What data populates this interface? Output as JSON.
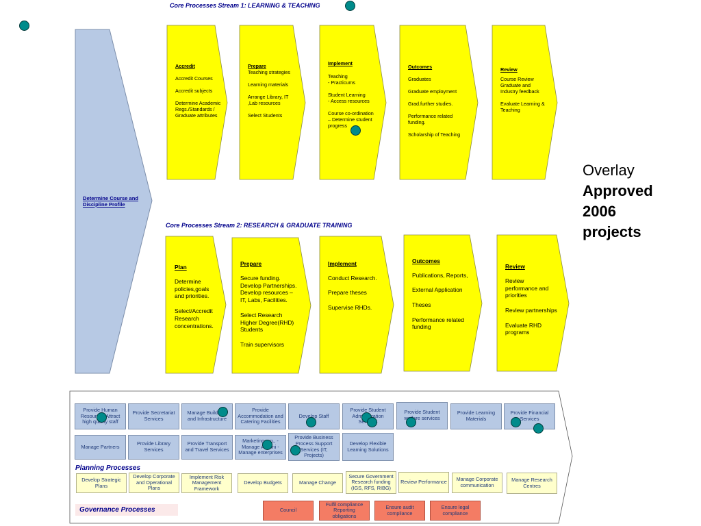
{
  "stream1": {
    "title": "Core Processes Stream 1:  LEARNING & TEACHING",
    "stages": [
      {
        "title": "Accredit",
        "items": [
          "Accredit Courses",
          "Accredit subjects",
          "Determine Academic\nRegs./Standards /\nGraduate attributes"
        ]
      },
      {
        "title": "Prepare",
        "items": [
          "Teaching strategies",
          "Learning materials",
          "Arrange Library, IT\n,Lab resources",
          "Select Students"
        ]
      },
      {
        "title": "Implement",
        "items": [
          "Teaching\n- Practicums",
          "Student Learning\n-  Access resources",
          "Course co-ordination\n– Determine student\nprogress"
        ]
      },
      {
        "title": "Outcomes",
        "items": [
          "Graduates",
          "Graduate employment",
          "Grad.further studies.",
          "Performance related\nfunding.",
          "Scholarship of Teaching"
        ]
      },
      {
        "title": "Review",
        "items": [
          "Course Review\nGraduate and\nIndustry feedback",
          "Evaluate Learning &\nTeaching"
        ]
      }
    ]
  },
  "profile_label": "Determine Course and Discipline Profile",
  "stream2": {
    "title": "Core Processes Stream 2:  RESEARCH & GRADUATE TRAINING",
    "stages": [
      {
        "title": "Plan",
        "items": [
          "Determine\npolicies,goals\nand priorities.",
          "Select/Accredit\nResearch\nconcentrations."
        ]
      },
      {
        "title": "Prepare",
        "items": [
          "Secure funding.\nDevelop Partnerships.\nDevelop resources –\nIT, Labs, Facilities.",
          "Select Research\nHigher Degree(RHD)\nStudents",
          "Train supervisors"
        ]
      },
      {
        "title": "Implement",
        "items": [
          "Conduct Research.",
          "Prepare theses",
          "Supervise RHDs."
        ]
      },
      {
        "title": "Outcomes",
        "items": [
          "Publications, Reports,",
          "External Application",
          "Theses",
          "Performance related\nfunding"
        ]
      },
      {
        "title": "Review",
        "items": [
          "Review\nperformance and\npriorities",
          "Review partnerships",
          "Evaluate RHD\nprograms"
        ]
      }
    ]
  },
  "support_row1": [
    "Provide Human Resources Attract high quality staff",
    "Provide Secretariat Services",
    "Manage Buildings and Infrastructure",
    "Provide Accommodation and Catering Facilities",
    "Develop Staff",
    "Provide Student Administration Services",
    "Provide Student welfare services",
    "Provide Learning Materials",
    "Provide Financial Services"
  ],
  "support_row2": [
    "Manage Partners",
    "Provide Library Services",
    "Provide Transport and Travel Services",
    "Marketing e.g., -Manage Alumni -Manage enterprises",
    "Provide Business Process Support Services (IT, Projects)",
    "Develop Flexible Learning Solutions"
  ],
  "planning_label": "Planning Processes",
  "planning": [
    "Develop Strategic Plans",
    "Develop Corporate and Operational Plans",
    "Implement Risk Management Framework",
    "Develop Budgets",
    "Manage Change",
    "Secure Government Research funding (IGS, RFS, RIBG)",
    "Review Performance",
    "Manage Corporate communication",
    "Manage Research Centres"
  ],
  "governance_label": "Governance Processes",
  "governance": [
    "Council",
    "Fulfil compliance Reporting obligations",
    "Ensure audit compliance",
    "Ensure legal compliance"
  ],
  "overlay": {
    "line1": "Overlay",
    "line2": "Approved",
    "line3": "2006",
    "line4": "projects"
  },
  "colors": {
    "stage_fill": "#ffff00",
    "profile_fill": "#b7c9e4",
    "support_fill": "#b7c9e4",
    "planning_fill": "#ffffcc",
    "governance_fill": "#f47c64",
    "marker_fill": "#008b8b",
    "title_color": "#00008b"
  }
}
